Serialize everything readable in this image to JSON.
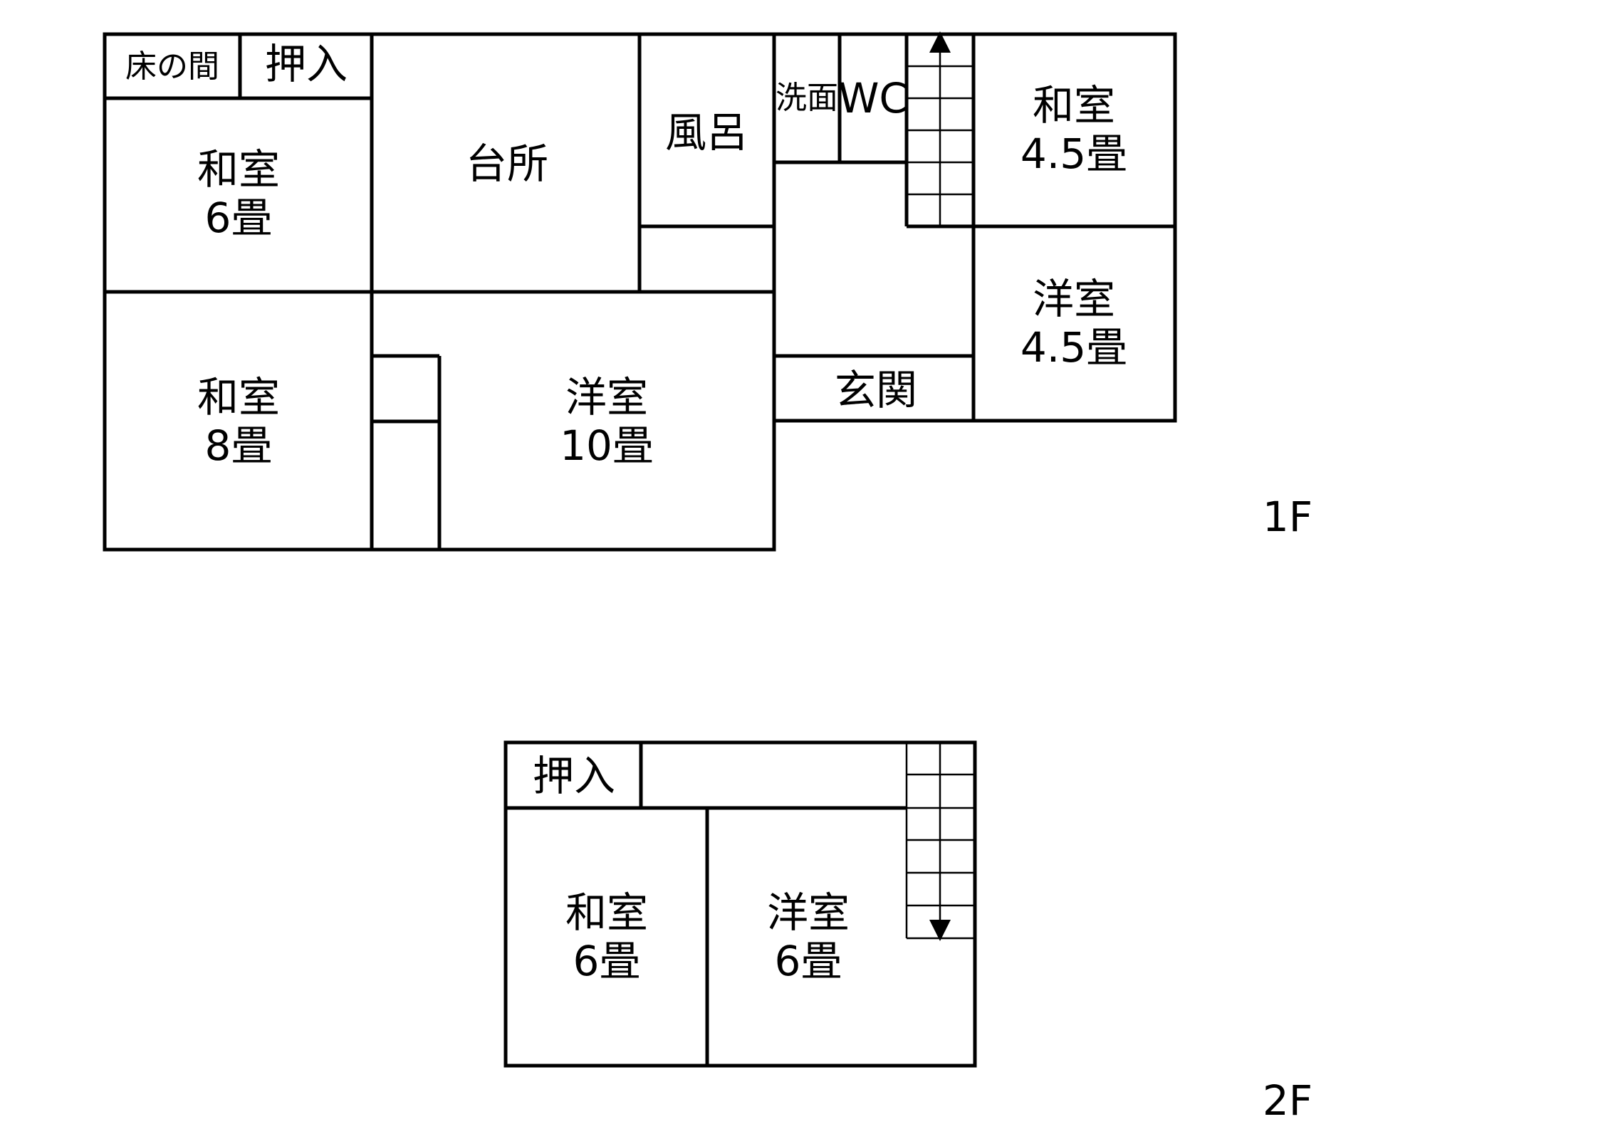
{
  "floor1": {
    "label": "1F",
    "rooms": {
      "tokonoma": "床の間",
      "oshiire": "押入",
      "washitsu6": [
        "和室",
        "6畳"
      ],
      "kitchen": "台所",
      "bath": "風呂",
      "washroom": "洗面",
      "wc": "WC",
      "washitsu45": [
        "和室",
        "4.5畳"
      ],
      "yoshitsu45": [
        "洋室",
        "4.5畳"
      ],
      "washitsu8": [
        "和室",
        "8畳"
      ],
      "yoshitsu10": [
        "洋室",
        "10畳"
      ],
      "genkan": "玄関"
    }
  },
  "floor2": {
    "label": "2F",
    "rooms": {
      "oshiire": "押入",
      "washitsu6": [
        "和室",
        "6畳"
      ],
      "yoshitsu6": [
        "洋室",
        "6畳"
      ]
    }
  }
}
